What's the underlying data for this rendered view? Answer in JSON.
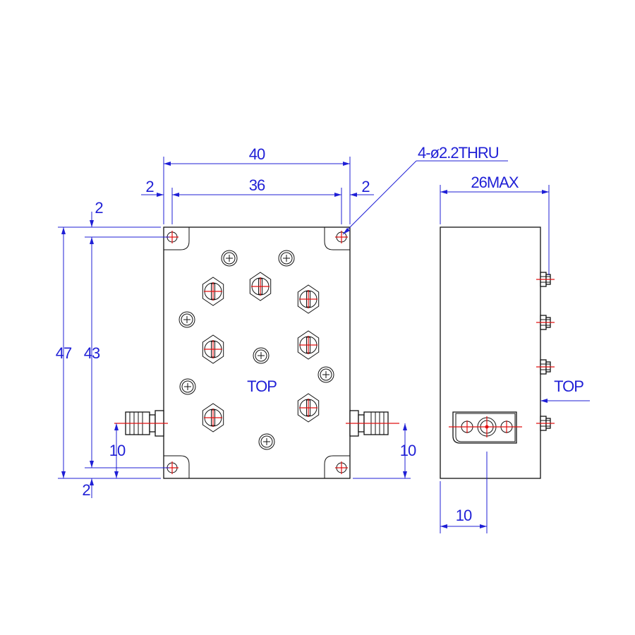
{
  "labels": {
    "width_overall": "40",
    "width_holes": "36",
    "edge_left": "2",
    "edge_right": "2",
    "hole_callout": "4-ø2.2THRU",
    "height_max": "26MAX",
    "height_overall": "47",
    "height_holes": "43",
    "edge_top": "2",
    "edge_bottom": "2",
    "connector_left": "10",
    "connector_right": "10",
    "side_connector": "10",
    "top_label": "TOP",
    "side_top_label": "TOP"
  },
  "colors": {
    "dimension": "#1f1fd6",
    "outline": "#111111",
    "centerline": "#e01010"
  }
}
